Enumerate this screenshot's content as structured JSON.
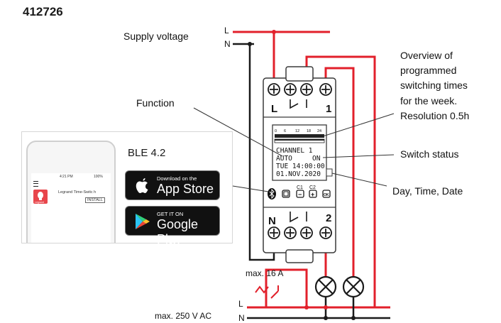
{
  "product_code": "412726",
  "labels": {
    "supply_voltage": "Supply voltage",
    "function": "Function",
    "overview_line1": "Overview of",
    "overview_line2": "programmed",
    "overview_line3": "switching times",
    "overview_line4": "for the week.",
    "overview_line5": "Resolution 0.5h",
    "switch_status": "Switch status",
    "day_time_date": "Day, Time, Date",
    "max_current": "max. 16 A",
    "max_voltage": "max. 250 V AC",
    "ble": "BLE 4.2"
  },
  "wires": {
    "L_top": "L",
    "N_top": "N",
    "L_bottom": "L",
    "N_bottom": "N"
  },
  "device": {
    "terminal_left_top": "L",
    "contact_right_top": "1",
    "terminal_left_bottom": "N",
    "contact_right_bottom": "2",
    "scale_labels": [
      "0",
      "6",
      "12",
      "18",
      "24"
    ],
    "lcd_line1": "CHANNEL 1",
    "lcd_line2_left": "AUTO",
    "lcd_line2_right": "ON",
    "lcd_line3": "TUE 14:00:00",
    "lcd_line4": "01.NOV.2020",
    "button_c1": "C1",
    "button_c2": "C2",
    "button_minus": "−",
    "button_plus": "+",
    "button_ok": "OK"
  },
  "app": {
    "time": "4:21 PM",
    "battery": "100%",
    "name": "Legrand Time-Switc h",
    "install": "INSTALL",
    "brand": "Legrand"
  },
  "stores": {
    "apple_small": "Download on the",
    "apple_big": "App Store",
    "google_small": "GET IT ON",
    "google_big": "Google Play"
  },
  "colors": {
    "line_red": "#e2202b",
    "neutral_black": "#1a1a1a",
    "device_outline": "#3a3a3a"
  }
}
